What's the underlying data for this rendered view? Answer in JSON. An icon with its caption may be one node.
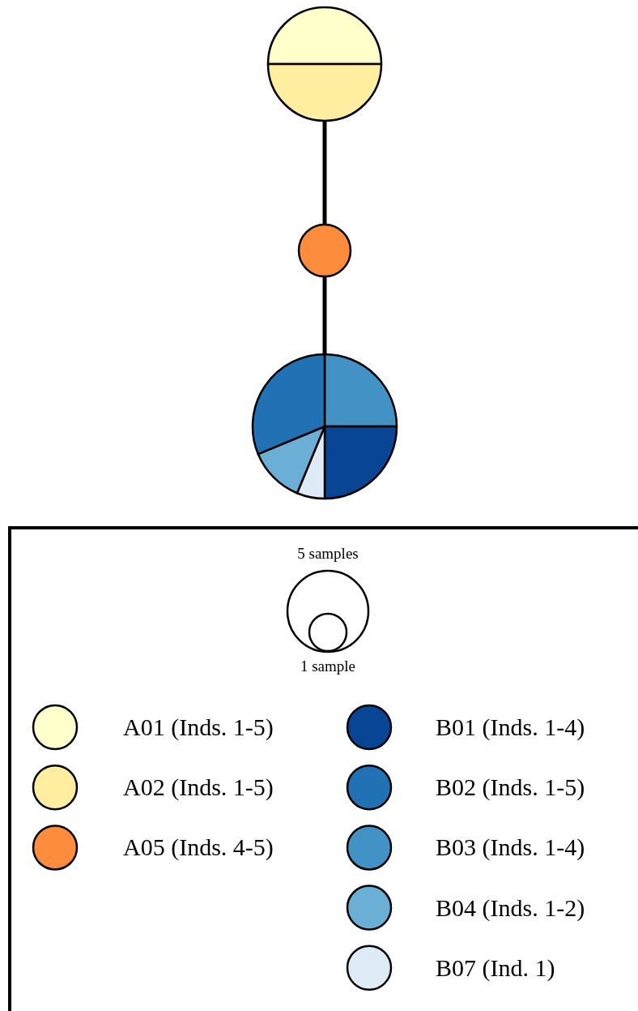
{
  "diagram": {
    "nodes": [
      {
        "text": [],
        "shape": "circle"
      },
      {
        "text": [],
        "shape": "circle"
      },
      {
        "text": [],
        "shape": "circle"
      }
    ],
    "edges": [
      {
        "from": 0,
        "to": 1,
        "arrow": "none"
      },
      {
        "from": 1,
        "to": 2,
        "arrow": "none"
      }
    ],
    "labels": [
      "5 samples",
      "1 sample"
    ],
    "legend": [
      {
        "text": "A01 (Inds. 1-5)",
        "color": "#ffffcc"
      },
      {
        "text": "A02 (Inds. 1-5)",
        "color": "#ffeda0"
      },
      {
        "text": "A05 (Inds. 4-5)",
        "color": "#fd8d3c"
      },
      {
        "text": "B01 (Inds. 1-4)",
        "color": "#084594"
      },
      {
        "text": "B02 (Inds. 1-5)",
        "color": "#2171b5"
      },
      {
        "text": "B03 (Inds. 1-4)",
        "color": "#4292c6"
      },
      {
        "text": "B04 (Inds. 1-2)",
        "color": "#6baed6"
      },
      {
        "text": "B07 (Ind. 1)",
        "color": "#deebf7"
      }
    ]
  }
}
